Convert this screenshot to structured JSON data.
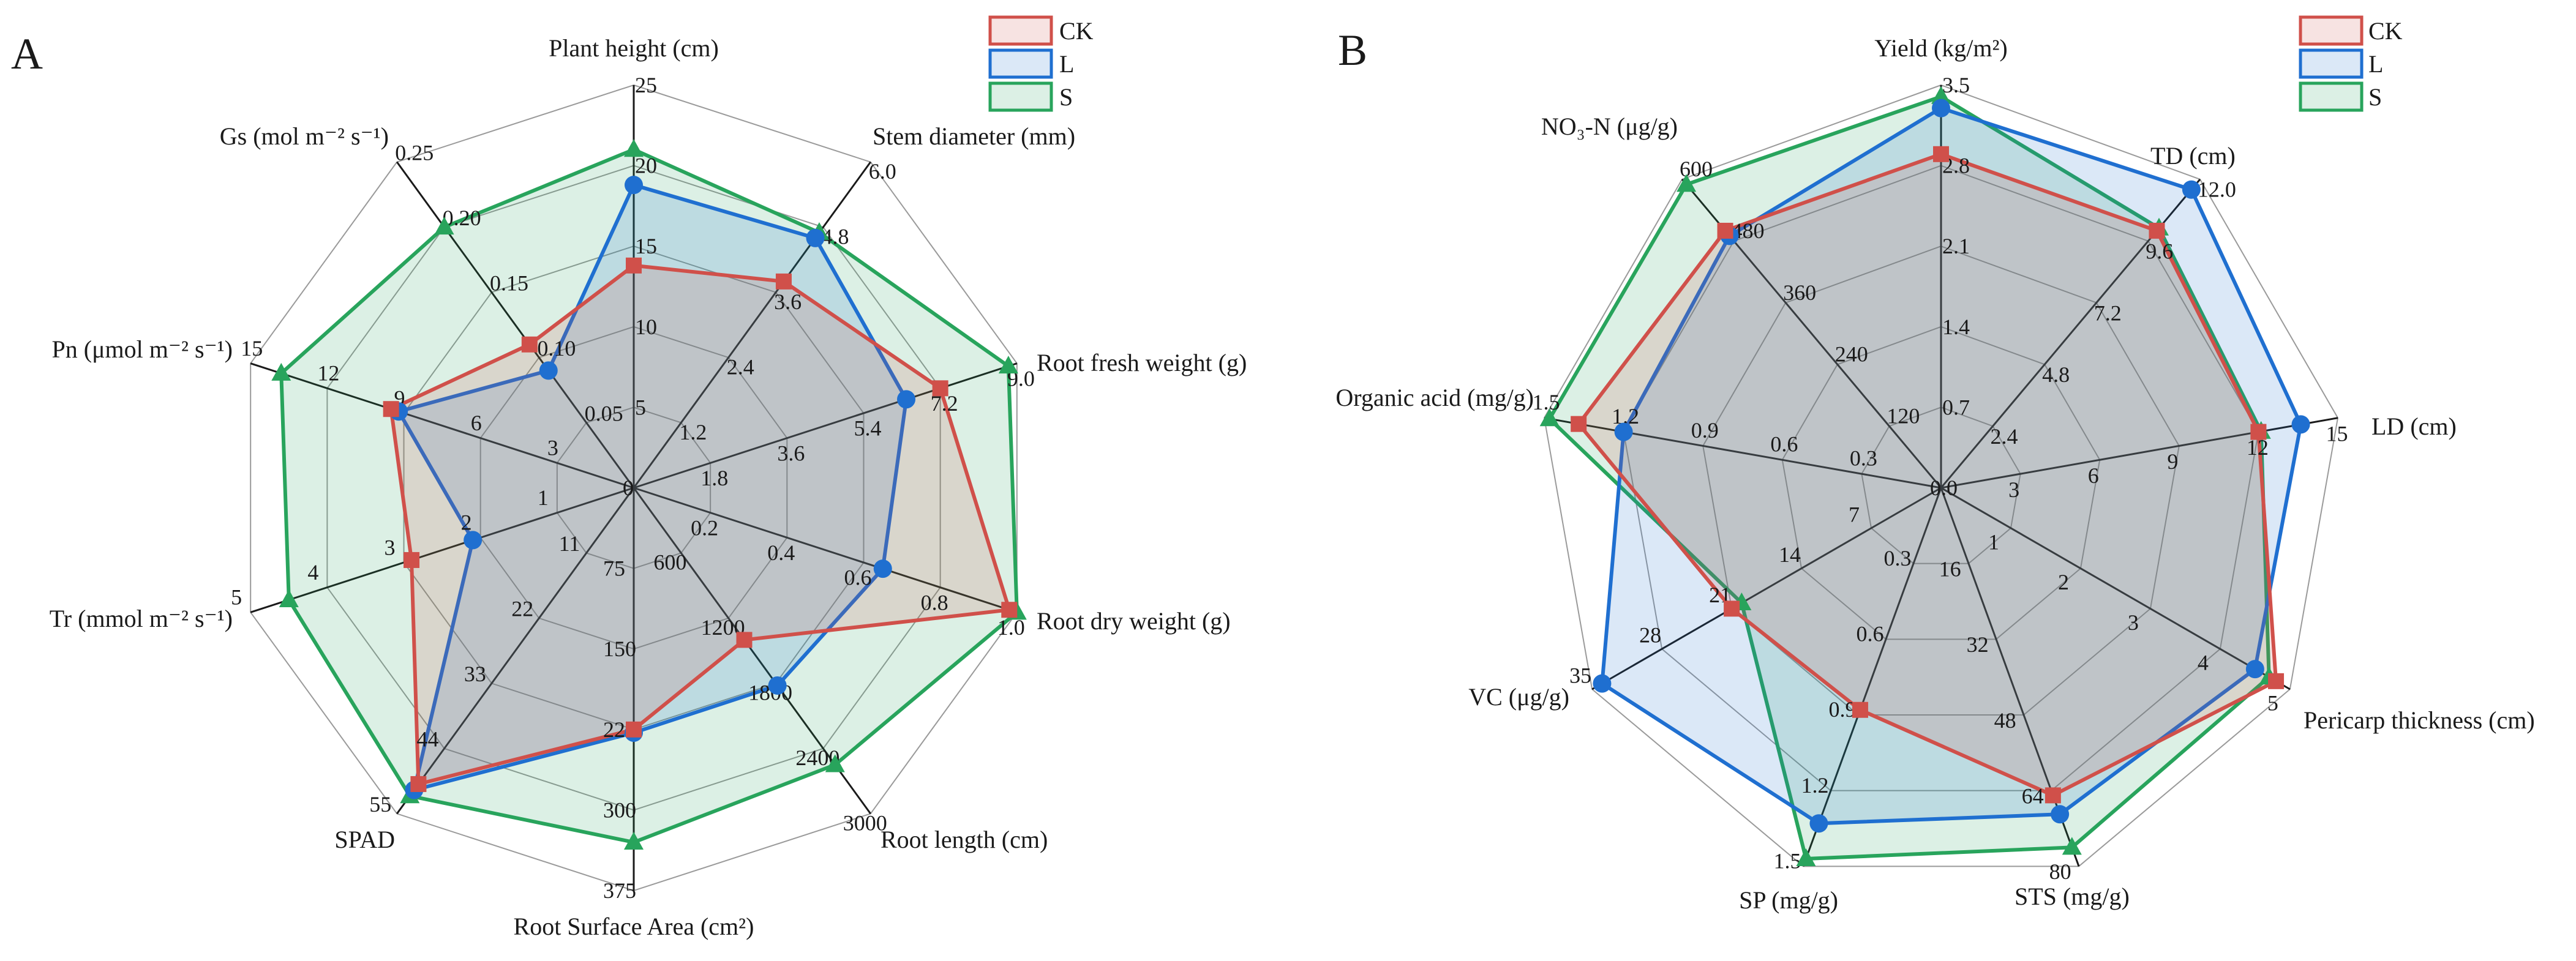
{
  "colors": {
    "CK": "#d0504a",
    "L": "#1f6fd0",
    "S": "#28a45c"
  },
  "chart_data": [
    {
      "type": "radar",
      "panel": "A",
      "legend": [
        "CK",
        "L",
        "S"
      ],
      "axes": [
        {
          "name": "Plant height (cm)",
          "max": 25,
          "ticks": [
            "5",
            "10",
            "15",
            "20",
            "25"
          ]
        },
        {
          "name": "Stem diameter (mm)",
          "max": 6.0,
          "ticks": [
            "1.2",
            "2.4",
            "3.6",
            "4.8",
            "6.0"
          ]
        },
        {
          "name": "Root fresh weight (g)",
          "max": 9.0,
          "ticks": [
            "1.8",
            "3.6",
            "5.4",
            "7.2",
            "9.0"
          ]
        },
        {
          "name": "Root dry weight (g)",
          "max": 1.0,
          "ticks": [
            "0.2",
            "0.4",
            "0.6",
            "0.8",
            "1.0"
          ]
        },
        {
          "name": "Root length (cm)",
          "max": 3000,
          "ticks": [
            "600",
            "1200",
            "1800",
            "2400",
            "3000"
          ]
        },
        {
          "name": "Root Surface Area (cm²)",
          "max": 375,
          "ticks": [
            "75",
            "150",
            "225",
            "300",
            "375"
          ]
        },
        {
          "name": "SPAD",
          "max": 55,
          "ticks": [
            "11",
            "22",
            "33",
            "44",
            "55"
          ]
        },
        {
          "name": "Tr (mmol m⁻² s⁻¹)",
          "max": 5,
          "ticks": [
            "1",
            "2",
            "3",
            "4",
            "5"
          ]
        },
        {
          "name": "Pn (μmol m⁻² s⁻¹)",
          "max": 15,
          "ticks": [
            "3",
            "6",
            "9",
            "12",
            "15"
          ]
        },
        {
          "name": "Gs (mol m⁻² s⁻¹)",
          "max": 0.25,
          "ticks": [
            "0.05",
            "0.10",
            "0.15",
            "0.20",
            "0.25"
          ]
        }
      ],
      "center_label": "0",
      "series": [
        {
          "name": "CK",
          "values": [
            13.8,
            3.8,
            7.2,
            0.98,
            1400,
            225,
            50,
            2.9,
            9.5,
            0.11
          ]
        },
        {
          "name": "L",
          "values": [
            18.8,
            4.6,
            6.4,
            0.65,
            1820,
            228,
            51,
            2.1,
            9.2,
            0.09
          ]
        },
        {
          "name": "S",
          "values": [
            21.0,
            4.7,
            8.8,
            1.0,
            2550,
            330,
            52,
            4.5,
            13.8,
            0.2
          ]
        }
      ]
    },
    {
      "type": "radar",
      "panel": "B",
      "legend": [
        "CK",
        "L",
        "S"
      ],
      "axes": [
        {
          "name": "Yield  (kg/m²)",
          "max": 3.5,
          "ticks": [
            "0.7",
            "1.4",
            "2.1",
            "2.8",
            "3.5"
          ]
        },
        {
          "name": "TD (cm)",
          "max": 12.0,
          "ticks": [
            "2.4",
            "4.8",
            "7.2",
            "9.6",
            "12.0"
          ]
        },
        {
          "name": "LD (cm)",
          "max": 15,
          "ticks": [
            "3",
            "6",
            "9",
            "12",
            "15"
          ]
        },
        {
          "name": "Pericarp thickness (cm)",
          "max": 5,
          "ticks": [
            "1",
            "2",
            "3",
            "4",
            "5"
          ]
        },
        {
          "name": "STS  (mg/g)",
          "max": 80,
          "ticks": [
            "16",
            "32",
            "48",
            "64",
            "80"
          ]
        },
        {
          "name": "SP (mg/g)",
          "max": 1.5,
          "ticks": [
            "0.3",
            "0.6",
            "0.9",
            "1.2",
            "1.5"
          ]
        },
        {
          "name": "VC (μg/g)",
          "max": 35,
          "ticks": [
            "7",
            "14",
            "21",
            "28",
            "35"
          ]
        },
        {
          "name": "Organic acid (mg/g)",
          "max": 1.5,
          "ticks": [
            "0.3",
            "0.6",
            "0.9",
            "1.2",
            "1.5"
          ]
        },
        {
          "name": "NO₃-N (μg/g)",
          "max": 600,
          "ticks": [
            "120",
            "240",
            "360",
            "480",
            "600"
          ]
        }
      ],
      "center_label": "0.0",
      "series": [
        {
          "name": "CK",
          "values": [
            2.9,
            10.0,
            12.0,
            4.8,
            65,
            0.88,
            21,
            1.37,
            500
          ]
        },
        {
          "name": "L",
          "values": [
            3.3,
            11.6,
            13.6,
            4.5,
            69,
            1.33,
            34,
            1.2,
            490
          ]
        },
        {
          "name": "S",
          "values": [
            3.4,
            10.1,
            12.1,
            4.7,
            76,
            1.47,
            20,
            1.48,
            590
          ]
        }
      ]
    }
  ]
}
